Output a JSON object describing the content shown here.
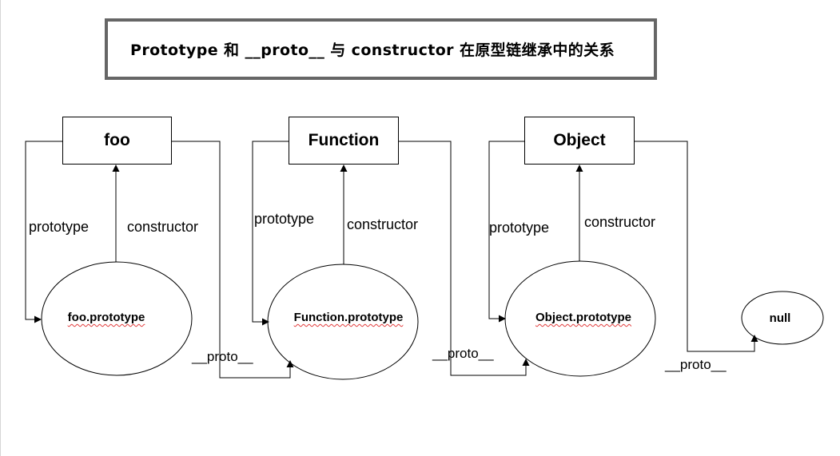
{
  "title": "Prototype 和 __proto__ 与 constructor 在原型链继承中的关系",
  "nodes": {
    "foo": "foo",
    "function": "Function",
    "object": "Object"
  },
  "ellipses": {
    "foo_prototype": "foo.prototype",
    "function_prototype": "Function.prototype",
    "object_prototype": "Object.prototype",
    "null": "null"
  },
  "labels": {
    "prototype": "prototype",
    "constructor": "constructor",
    "proto": "__proto__"
  }
}
